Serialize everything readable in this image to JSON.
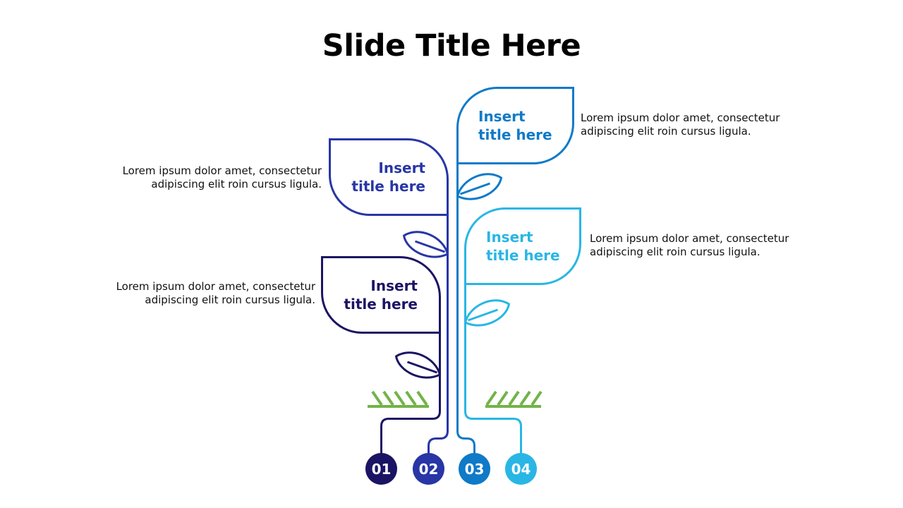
{
  "slide": {
    "title": "Slide Title Here",
    "background": "#ffffff"
  },
  "colors": {
    "title_text": "#000000",
    "body_text": "#111111",
    "step1": "#1B1464",
    "step2": "#2836A6",
    "step3": "#0E7AC8",
    "step4": "#29B6E4",
    "grass": "#72B347",
    "badge_number_text": "#ffffff"
  },
  "icons": {
    "leaf": "leaf-outline-icon",
    "grass": "grass-tuft-icon"
  },
  "steps": [
    {
      "number": "01",
      "title": "Insert\ntitle here",
      "description": "Lorem ipsum dolor amet, consectetur\nadipiscing elit roin cursus ligula.",
      "color": "#1B1464",
      "side": "left"
    },
    {
      "number": "02",
      "title": "Insert\ntitle here",
      "description": "Lorem ipsum dolor amet, consectetur\nadipiscing elit roin cursus ligula.",
      "color": "#2836A6",
      "side": "left"
    },
    {
      "number": "03",
      "title": "Insert\ntitle here",
      "description": "Lorem ipsum dolor amet, consectetur\nadipiscing elit roin cursus ligula.",
      "color": "#0E7AC8",
      "side": "right"
    },
    {
      "number": "04",
      "title": "Insert\ntitle here",
      "description": "Lorem ipsum dolor amet, consectetur\nadipiscing elit roin cursus ligula.",
      "color": "#29B6E4",
      "side": "right"
    }
  ]
}
